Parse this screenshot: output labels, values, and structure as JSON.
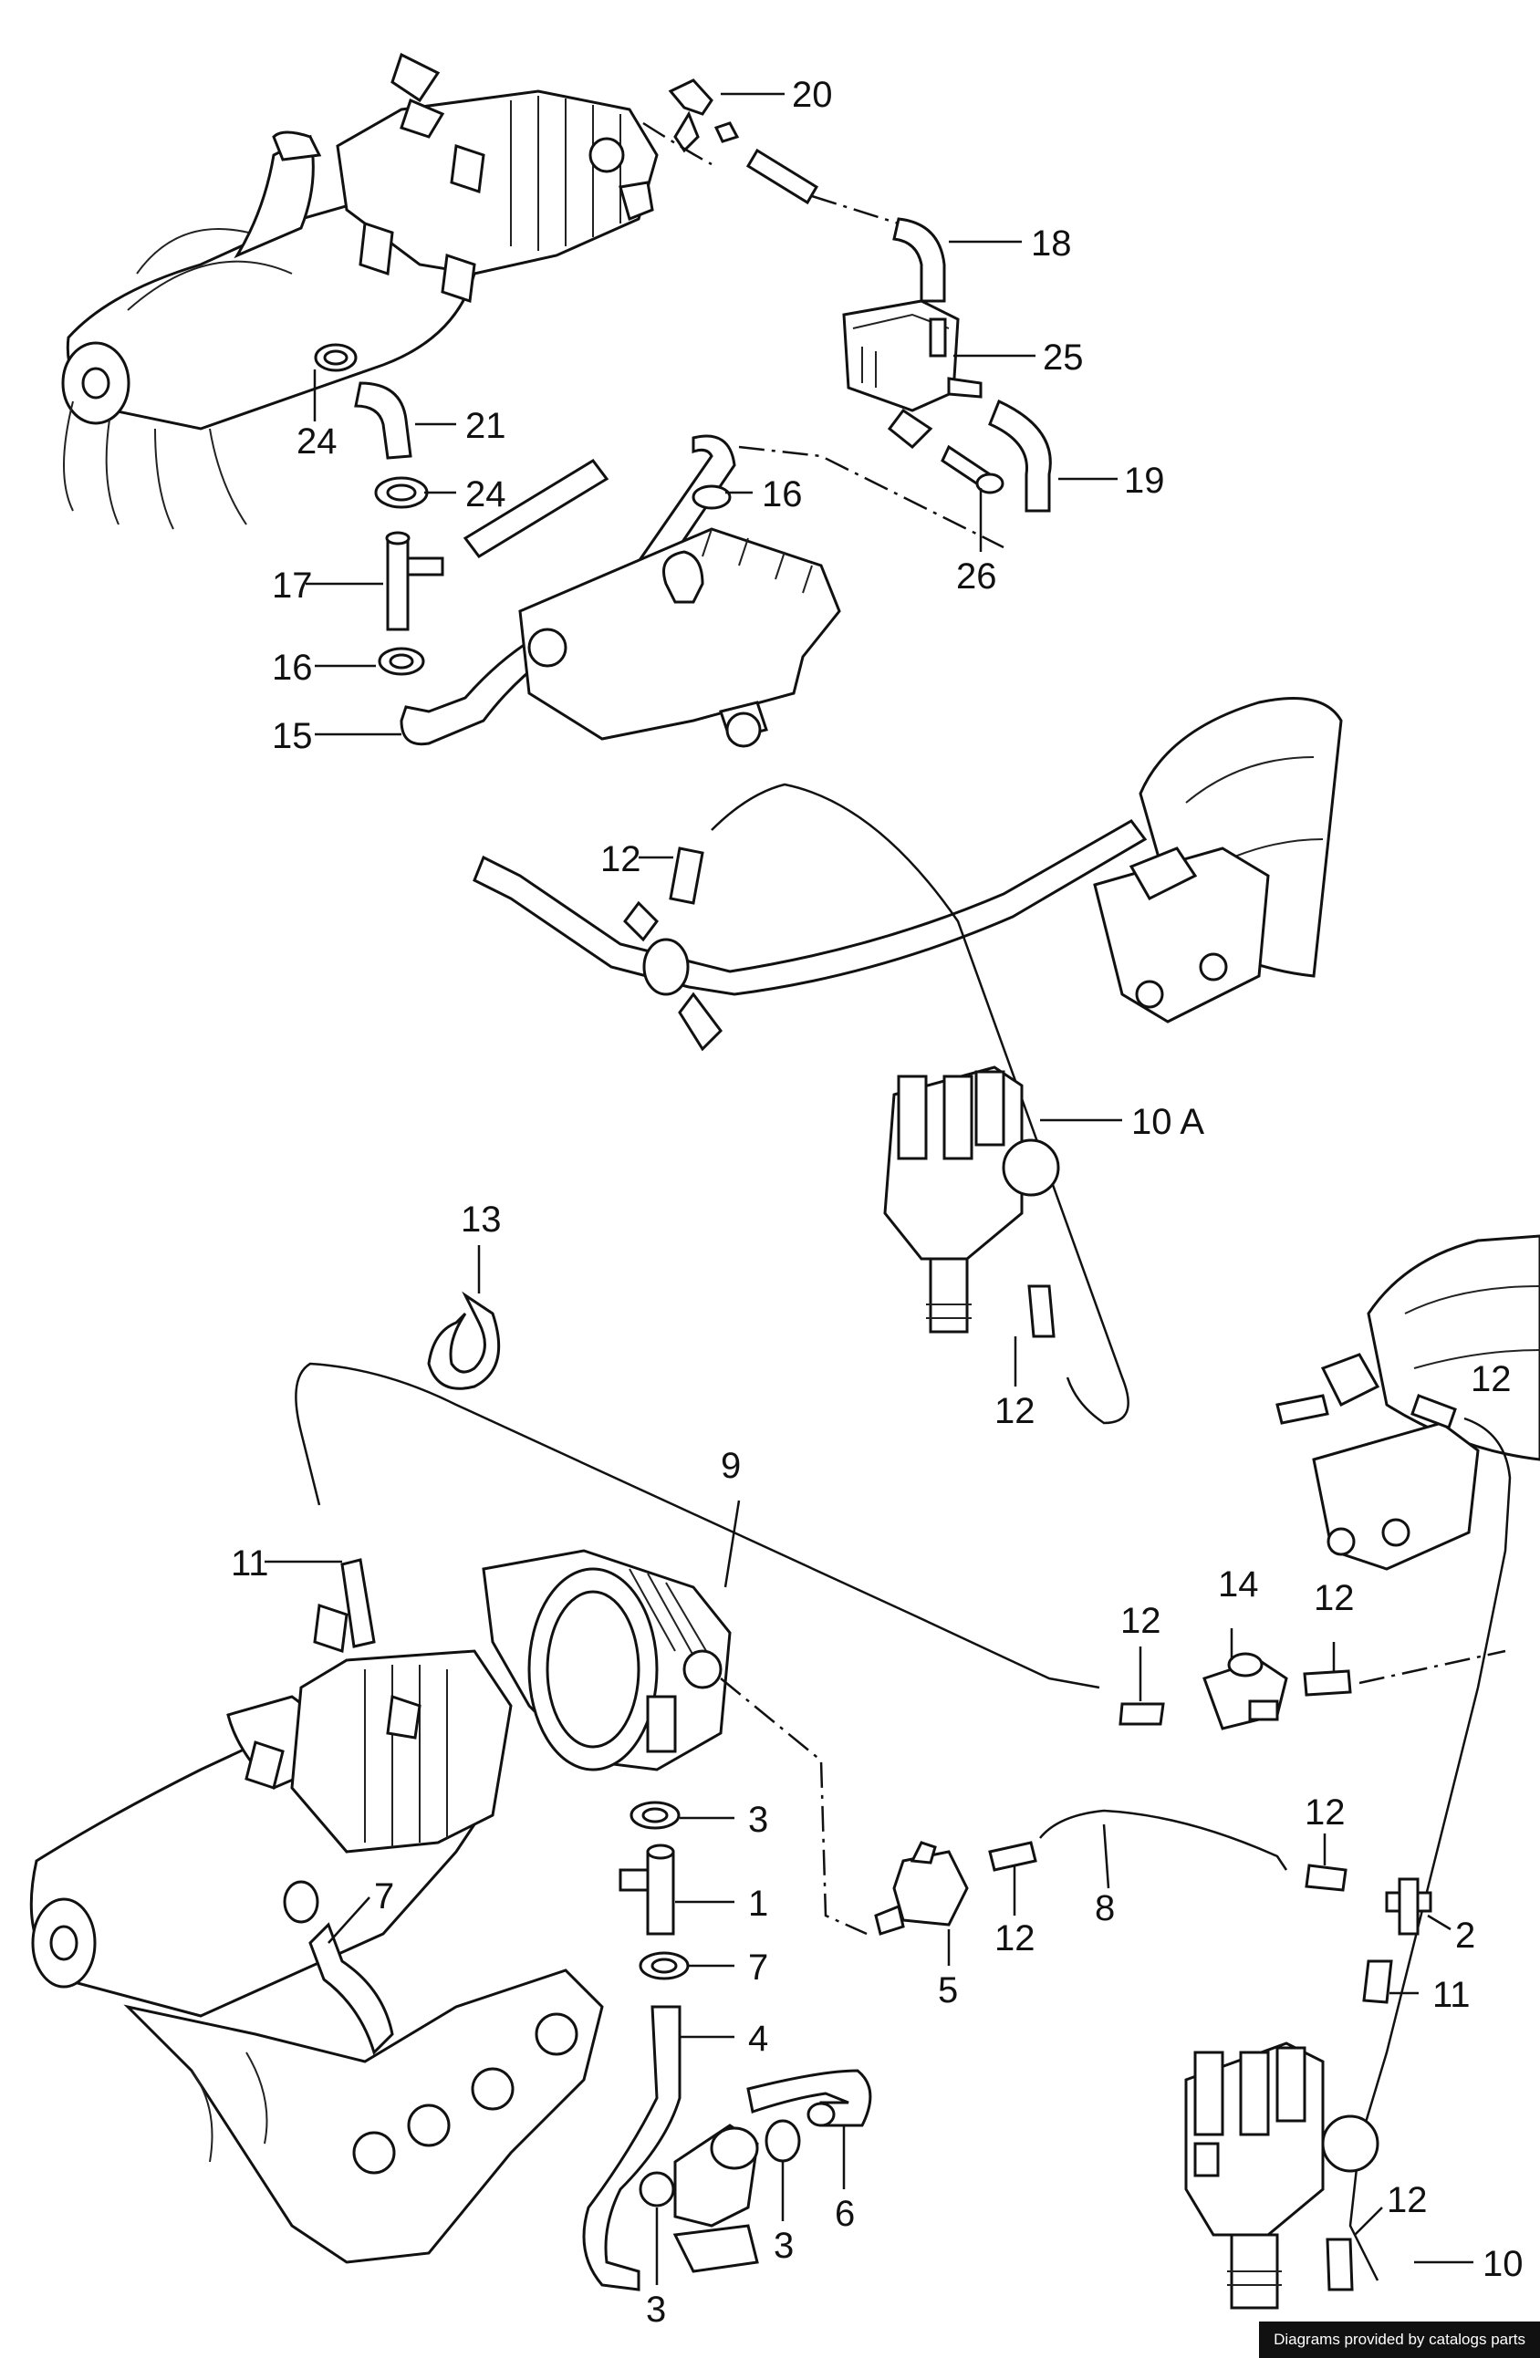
{
  "callouts": [
    {
      "id": "20",
      "text": "20"
    },
    {
      "id": "18",
      "text": "18"
    },
    {
      "id": "25",
      "text": "25"
    },
    {
      "id": "19",
      "text": "19"
    },
    {
      "id": "24a",
      "text": "24"
    },
    {
      "id": "21",
      "text": "21"
    },
    {
      "id": "24b",
      "text": "24"
    },
    {
      "id": "16a",
      "text": "16"
    },
    {
      "id": "26",
      "text": "26"
    },
    {
      "id": "17",
      "text": "17"
    },
    {
      "id": "16b",
      "text": "16"
    },
    {
      "id": "15",
      "text": "15"
    },
    {
      "id": "12a",
      "text": "12"
    },
    {
      "id": "10A",
      "text": "10 A"
    },
    {
      "id": "13",
      "text": "13"
    },
    {
      "id": "12b",
      "text": "12"
    },
    {
      "id": "12c",
      "text": "12"
    },
    {
      "id": "9",
      "text": "9"
    },
    {
      "id": "11a",
      "text": "11"
    },
    {
      "id": "14",
      "text": "14"
    },
    {
      "id": "12d",
      "text": "12"
    },
    {
      "id": "12e",
      "text": "12"
    },
    {
      "id": "3a",
      "text": "3"
    },
    {
      "id": "12f",
      "text": "12"
    },
    {
      "id": "7a",
      "text": "7"
    },
    {
      "id": "1",
      "text": "1"
    },
    {
      "id": "8",
      "text": "8"
    },
    {
      "id": "2",
      "text": "2"
    },
    {
      "id": "5",
      "text": "5"
    },
    {
      "id": "12g",
      "text": "12"
    },
    {
      "id": "11b",
      "text": "11"
    },
    {
      "id": "7b",
      "text": "7"
    },
    {
      "id": "4",
      "text": "4"
    },
    {
      "id": "12h",
      "text": "12"
    },
    {
      "id": "6",
      "text": "6"
    },
    {
      "id": "3b",
      "text": "3"
    },
    {
      "id": "3c",
      "text": "3"
    },
    {
      "id": "10",
      "text": "10"
    }
  ],
  "credit": "Diagrams provided by catalogs parts"
}
